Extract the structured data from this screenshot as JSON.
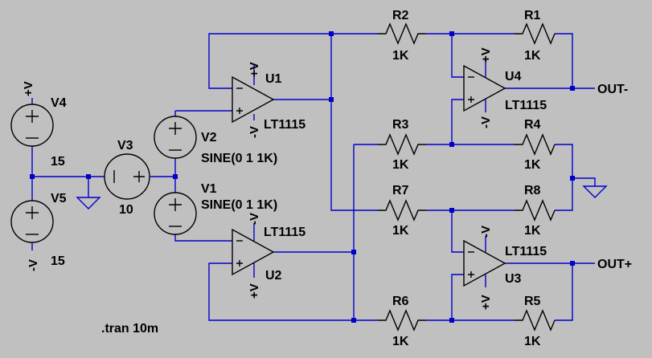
{
  "sources": {
    "V4": {
      "name": "V4",
      "value": "15",
      "plus": "+V"
    },
    "V5": {
      "name": "V5",
      "value": "15",
      "minus": "-V"
    },
    "V3": {
      "name": "V3",
      "value": "10"
    },
    "V2": {
      "name": "V2",
      "value": "SINE(0 1 1K)"
    },
    "V1": {
      "name": "V1",
      "value": "SINE(0 1 1K)"
    }
  },
  "opamps": {
    "U1": {
      "name": "U1",
      "model": "LT1115",
      "vpos": "+V",
      "vneg": "-V"
    },
    "U2": {
      "name": "U2",
      "model": "LT1115",
      "vpos": "+V",
      "vneg": "-V"
    },
    "U3": {
      "name": "U3",
      "model": "LT1115",
      "vpos": "+V",
      "vneg": "-V"
    },
    "U4": {
      "name": "U4",
      "model": "LT1115",
      "vpos": "+V",
      "vneg": "-V"
    }
  },
  "resistors": {
    "R1": {
      "name": "R1",
      "value": "1K"
    },
    "R2": {
      "name": "R2",
      "value": "1K"
    },
    "R3": {
      "name": "R3",
      "value": "1K"
    },
    "R4": {
      "name": "R4",
      "value": "1K"
    },
    "R5": {
      "name": "R5",
      "value": "1K"
    },
    "R6": {
      "name": "R6",
      "value": "1K"
    },
    "R7": {
      "name": "R7",
      "value": "1K"
    },
    "R8": {
      "name": "R8",
      "value": "1K"
    }
  },
  "outputs": {
    "out_minus": "OUT-",
    "out_plus": "OUT+"
  },
  "directive": ".tran 10m"
}
